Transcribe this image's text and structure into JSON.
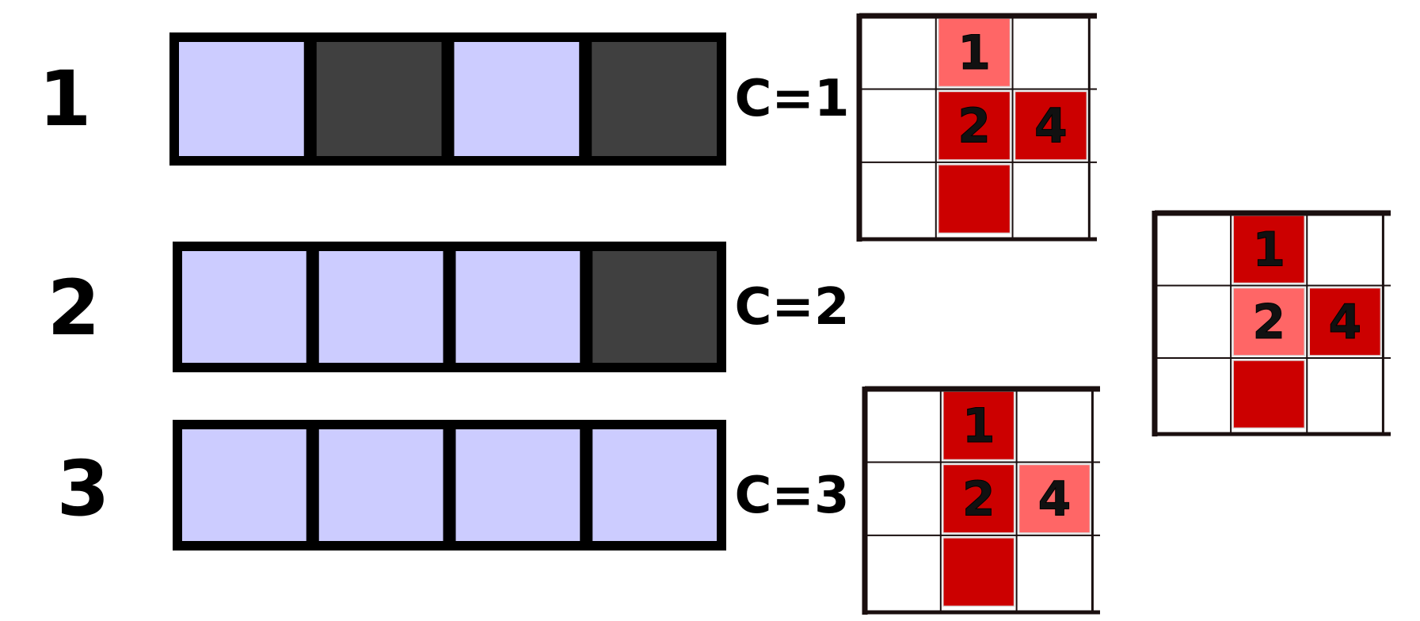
{
  "colors": {
    "light_square": "#ccccff",
    "dark_square": "#404040",
    "frame": "#000000",
    "grid_line": "#1a0f0f",
    "grid_cell_light": "#ff6666",
    "grid_cell_dark": "#cc0000"
  },
  "rows": [
    {
      "label": "1",
      "c_label": "C=1",
      "squares": [
        "light",
        "dark",
        "light",
        "dark"
      ]
    },
    {
      "label": "2",
      "c_label": "C=2",
      "squares": [
        "light",
        "light",
        "light",
        "dark"
      ]
    },
    {
      "label": "3",
      "c_label": "C=3",
      "squares": [
        "light",
        "light",
        "light",
        "light"
      ]
    }
  ],
  "grids": [
    {
      "name": "grid-c1",
      "cells": [
        {
          "row": 0,
          "col": 1,
          "shade": "light",
          "label": "1"
        },
        {
          "row": 1,
          "col": 1,
          "shade": "dark",
          "label": "2"
        },
        {
          "row": 1,
          "col": 2,
          "shade": "dark",
          "label": "4"
        },
        {
          "row": 2,
          "col": 1,
          "shade": "dark",
          "label": ""
        }
      ]
    },
    {
      "name": "grid-c2",
      "cells": [
        {
          "row": 0,
          "col": 1,
          "shade": "dark",
          "label": "1"
        },
        {
          "row": 1,
          "col": 1,
          "shade": "light",
          "label": "2"
        },
        {
          "row": 1,
          "col": 2,
          "shade": "dark",
          "label": "4"
        },
        {
          "row": 2,
          "col": 1,
          "shade": "dark",
          "label": ""
        }
      ]
    },
    {
      "name": "grid-c3",
      "cells": [
        {
          "row": 0,
          "col": 1,
          "shade": "dark",
          "label": "1"
        },
        {
          "row": 1,
          "col": 1,
          "shade": "dark",
          "label": "2"
        },
        {
          "row": 1,
          "col": 2,
          "shade": "light",
          "label": "4"
        },
        {
          "row": 2,
          "col": 1,
          "shade": "dark",
          "label": ""
        }
      ]
    }
  ]
}
